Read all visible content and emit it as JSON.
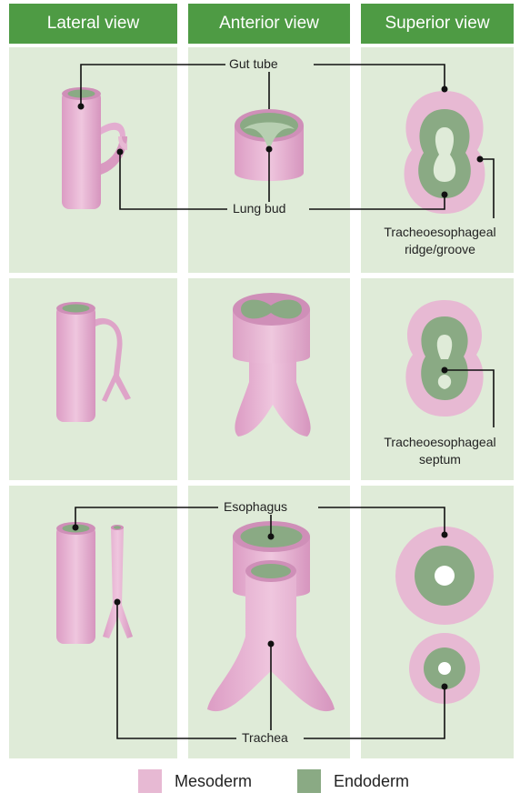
{
  "headers": [
    "Lateral view",
    "Anterior view",
    "Superior view"
  ],
  "labels": {
    "gut_tube": "Gut tube",
    "lung_bud": "Lung bud",
    "ridge_line1": "Tracheoesophageal",
    "ridge_line2": "ridge/groove",
    "septum_line1": "Tracheoesophageal",
    "septum_line2": "septum",
    "esophagus": "Esophagus",
    "trachea": "Trachea"
  },
  "legend": [
    {
      "label": "Mesoderm",
      "color": "#e7b9d3"
    },
    {
      "label": "Endoderm",
      "color": "#8aaa84"
    }
  ],
  "colors": {
    "header_bg": "#4e9b44",
    "cell_bg": "#dfebd8",
    "mesoderm": "#e7b9d3",
    "mesoderm_dark": "#cf8fb8",
    "endoderm": "#8aaa84",
    "endoderm_light": "#b7cfb1"
  }
}
